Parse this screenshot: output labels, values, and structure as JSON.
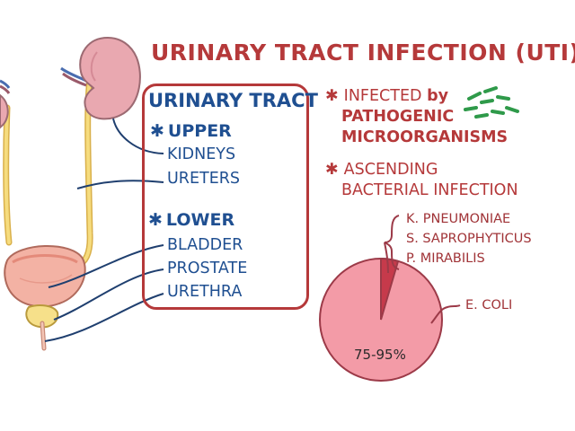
{
  "title": "URINARY TRACT INFECTION (UTI)",
  "box": {
    "heading": "URINARY TRACT",
    "upper": {
      "label": "UPPER",
      "items": [
        "KIDNEYS",
        "URETERS"
      ]
    },
    "lower": {
      "label": "LOWER",
      "items": [
        "BLADDER",
        "PROSTATE",
        "URETHRA"
      ]
    }
  },
  "notes": {
    "infected": {
      "line1_prefix": "INFECTED",
      "line1_suffix": "by",
      "line2": "PATHOGENIC",
      "line3": "MICROORGANISMS"
    },
    "ascending": {
      "line1": "ASCENDING",
      "line2": "BACTERIAL INFECTION"
    }
  },
  "bacteria_list": [
    "K. PNEUMONIAE",
    "S. SAPROPHYTICUS",
    "P. MIRABILIS"
  ],
  "pie": {
    "main_label": "E. COLI",
    "percent_text": "75-95%"
  },
  "icons": {
    "star": "asterisk-icon",
    "bacteria": "bacteria-icon"
  },
  "colors": {
    "title": "#b5393a",
    "blue": "#1f4f91",
    "pie_fill": "#f39ba7",
    "pie_slice": "#c63a4b",
    "kidney": "#e9a8b0",
    "ureter": "#f2d16b"
  }
}
